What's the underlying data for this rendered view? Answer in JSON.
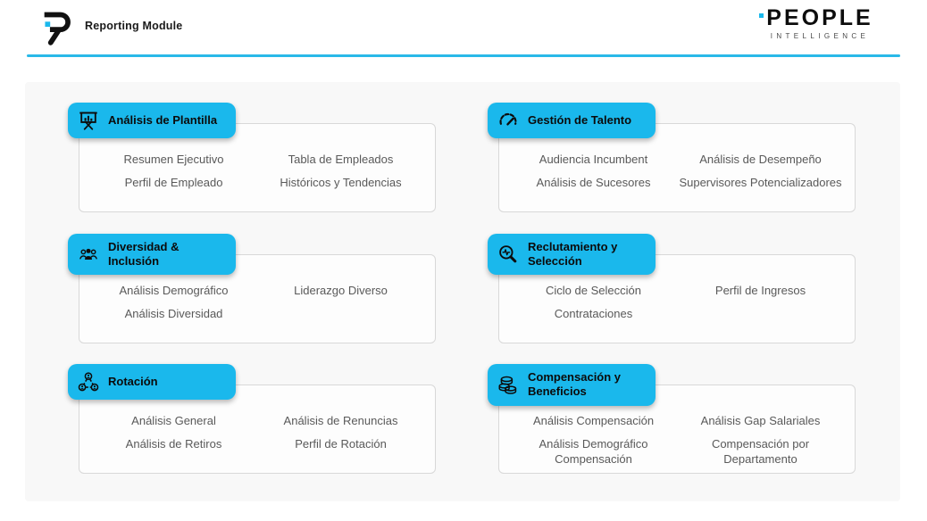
{
  "header": {
    "app_title": "Reporting Module",
    "brand_line1": "PEOPLE",
    "brand_line2": "INTELLIGENCE"
  },
  "colors": {
    "accent": "#1ab8ec",
    "divider": "#29b9e8",
    "link_text": "#595959",
    "panel_bg": "#f8f8f8"
  },
  "sections": [
    {
      "id": "analisis-plantilla",
      "title": "Análisis de Plantilla",
      "icon": "presentation-chart-icon",
      "links": [
        "Resumen Ejecutivo",
        "Tabla de Empleados",
        "Perfil de Empleado",
        "Históricos y Tendencias"
      ]
    },
    {
      "id": "gestion-talento",
      "title": "Gestión de Talento",
      "icon": "gauge-icon",
      "links": [
        "Audiencia Incumbent",
        "Análisis de Desempeño",
        "Análisis de Sucesores",
        "Supervisores Potencializadores"
      ]
    },
    {
      "id": "diversidad-inclusion",
      "title": "Diversidad & Inclusión",
      "icon": "people-group-icon",
      "links": [
        "Análisis Demográfico",
        "Liderazgo Diverso",
        "Análisis Diversidad"
      ]
    },
    {
      "id": "reclutamiento-seleccion",
      "title": "Reclutamiento y Selección",
      "icon": "magnifier-pulse-icon",
      "links": [
        "Ciclo de Selección",
        "Perfil de Ingresos",
        "Contrataciones"
      ]
    },
    {
      "id": "rotacion",
      "title": "Rotación",
      "icon": "people-network-icon",
      "links": [
        "Análisis General",
        "Análisis de Renuncias",
        "Análisis de Retiros",
        "Perfil de Rotación"
      ]
    },
    {
      "id": "compensacion-beneficios",
      "title": "Compensación y Beneficios",
      "icon": "coins-icon",
      "links": [
        "Análisis Compensación",
        "Análisis Gap Salariales",
        "Análisis Demográfico Compensación",
        "Compensación por Departamento"
      ]
    }
  ]
}
